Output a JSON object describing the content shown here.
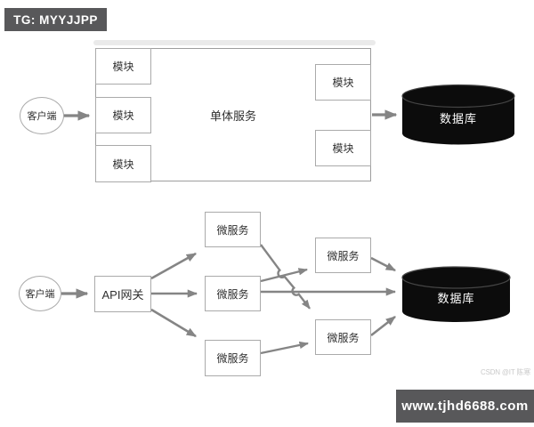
{
  "header": {
    "tag_label": "TG: MYYJJPP"
  },
  "footer": {
    "site_label": "www.tjhd6688.com"
  },
  "watermark": {
    "text": "CSDN @IT 陈寒"
  },
  "colors": {
    "banner_bg": "#58585a",
    "arrow_gray": "#858585",
    "box_border": "#aaaaaa",
    "cylinder_fill": "#0c0c0c",
    "top_strip": "#eaeaea",
    "watermark_gray": "#c9c9c9"
  },
  "monolith_diagram": {
    "client_label": "客户端",
    "service_label": "单体服务",
    "module_labels": [
      "模块",
      "模块",
      "模块",
      "模块",
      "模块"
    ],
    "database_label": "数据库"
  },
  "microservice_diagram": {
    "client_label": "客户端",
    "gateway_label": "API网关",
    "service_labels": [
      "微服务",
      "微服务",
      "微服务",
      "微服务",
      "微服务"
    ],
    "database_label": "数据库"
  }
}
